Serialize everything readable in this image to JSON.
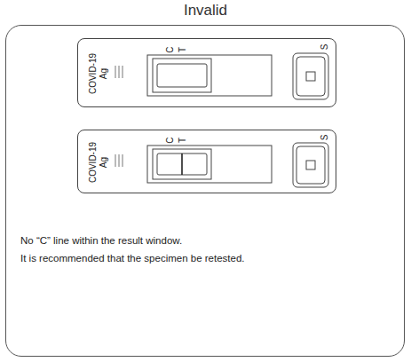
{
  "diagram": {
    "title": "Invalid",
    "nodes": [
      {
        "text": [
          "No “C” line within the result window.",
          "It is recommended that the specimen be retested."
        ]
      },
      {
        "text": [
          "COVID-19 Ag",
          "C",
          "T",
          "S"
        ],
        "in": 0
      },
      {
        "text": [
          "COVID-19 Ag",
          "C",
          "T",
          "S"
        ],
        "in": 0
      }
    ]
  }
}
